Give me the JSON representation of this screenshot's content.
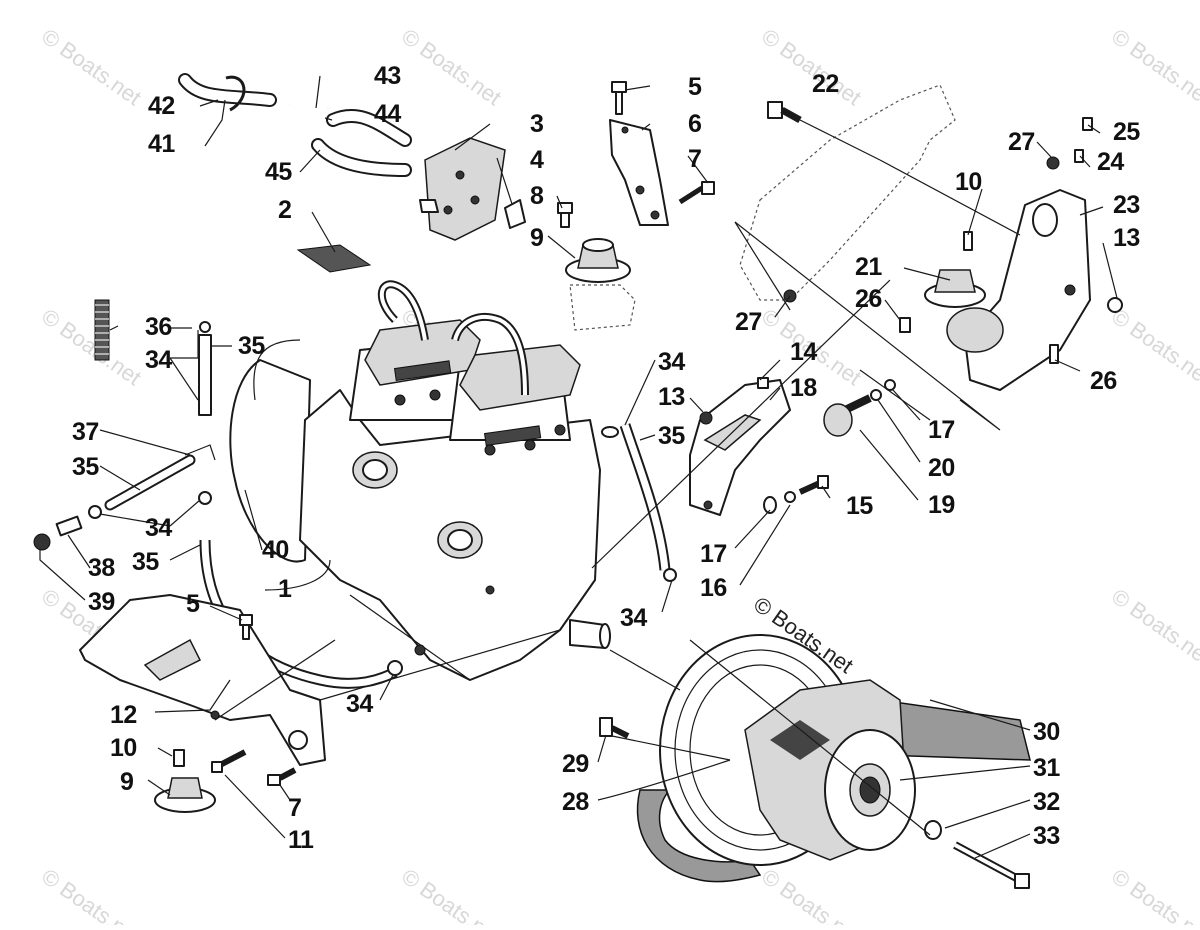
{
  "diagram": {
    "watermark_text": "© Boats.net",
    "center_watermark_text": "© Boats.net",
    "callouts": [
      {
        "id": "c1",
        "label": "1"
      },
      {
        "id": "c2",
        "label": "2"
      },
      {
        "id": "c3",
        "label": "3"
      },
      {
        "id": "c4",
        "label": "4"
      },
      {
        "id": "c5a",
        "label": "5"
      },
      {
        "id": "c5b",
        "label": "5"
      },
      {
        "id": "c6",
        "label": "6"
      },
      {
        "id": "c7a",
        "label": "7"
      },
      {
        "id": "c7b",
        "label": "7"
      },
      {
        "id": "c8",
        "label": "8"
      },
      {
        "id": "c9a",
        "label": "9"
      },
      {
        "id": "c9b",
        "label": "9"
      },
      {
        "id": "c10a",
        "label": "10"
      },
      {
        "id": "c10b",
        "label": "10"
      },
      {
        "id": "c11",
        "label": "11"
      },
      {
        "id": "c12",
        "label": "12"
      },
      {
        "id": "c13a",
        "label": "13"
      },
      {
        "id": "c13b",
        "label": "13"
      },
      {
        "id": "c14",
        "label": "14"
      },
      {
        "id": "c15",
        "label": "15"
      },
      {
        "id": "c16",
        "label": "16"
      },
      {
        "id": "c17a",
        "label": "17"
      },
      {
        "id": "c17b",
        "label": "17"
      },
      {
        "id": "c18",
        "label": "18"
      },
      {
        "id": "c19",
        "label": "19"
      },
      {
        "id": "c20",
        "label": "20"
      },
      {
        "id": "c21",
        "label": "21"
      },
      {
        "id": "c22",
        "label": "22"
      },
      {
        "id": "c23",
        "label": "23"
      },
      {
        "id": "c24",
        "label": "24"
      },
      {
        "id": "c25",
        "label": "25"
      },
      {
        "id": "c26a",
        "label": "26"
      },
      {
        "id": "c26b",
        "label": "26"
      },
      {
        "id": "c27a",
        "label": "27"
      },
      {
        "id": "c27b",
        "label": "27"
      },
      {
        "id": "c28",
        "label": "28"
      },
      {
        "id": "c29",
        "label": "29"
      },
      {
        "id": "c30",
        "label": "30"
      },
      {
        "id": "c31",
        "label": "31"
      },
      {
        "id": "c32",
        "label": "32"
      },
      {
        "id": "c33",
        "label": "33"
      },
      {
        "id": "c34a",
        "label": "34"
      },
      {
        "id": "c34b",
        "label": "34"
      },
      {
        "id": "c34c",
        "label": "34"
      },
      {
        "id": "c34d",
        "label": "34"
      },
      {
        "id": "c34e",
        "label": "34"
      },
      {
        "id": "c35a",
        "label": "35"
      },
      {
        "id": "c35b",
        "label": "35"
      },
      {
        "id": "c35c",
        "label": "35"
      },
      {
        "id": "c35d",
        "label": "35"
      },
      {
        "id": "c36",
        "label": "36"
      },
      {
        "id": "c37",
        "label": "37"
      },
      {
        "id": "c38",
        "label": "38"
      },
      {
        "id": "c39",
        "label": "39"
      },
      {
        "id": "c40",
        "label": "40"
      },
      {
        "id": "c41",
        "label": "41"
      },
      {
        "id": "c42",
        "label": "42"
      },
      {
        "id": "c43",
        "label": "43"
      },
      {
        "id": "c44",
        "label": "44"
      },
      {
        "id": "c45",
        "label": "45"
      }
    ]
  }
}
